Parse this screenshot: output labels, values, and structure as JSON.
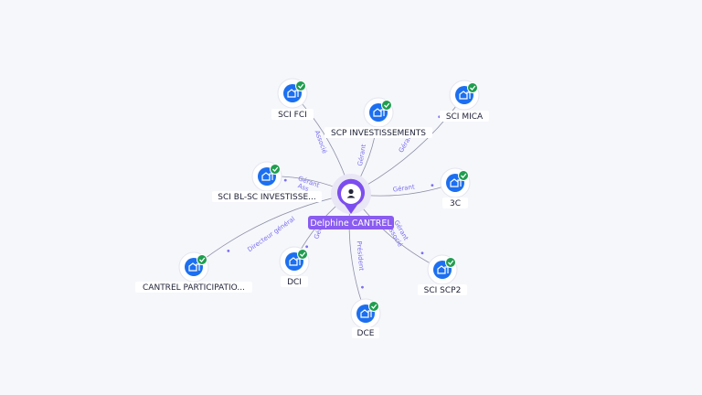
{
  "colors": {
    "background": "#f6f7fb",
    "edge": "#8d8fa6",
    "relation_text": "#7b6ff0",
    "company_icon": "#1c6ff0",
    "check_badge": "#1f9e4f",
    "person_marker": "#7c4dee",
    "person_label_bg": "#8a5cf0"
  },
  "icons": {
    "company": "building-icon",
    "verified": "check-badge-icon",
    "person": "person-icon"
  },
  "center": {
    "name": "Delphine CANTREL"
  },
  "nodes": [
    {
      "id": "sci-fci",
      "label": "SCI FCI",
      "relations": [
        "Associé"
      ]
    },
    {
      "id": "scp-investissements",
      "label": "SCP INVESTISSEMENTS",
      "relations": [
        "Gérant"
      ]
    },
    {
      "id": "sci-mica",
      "label": "SCI MICA",
      "relations": [
        "Gérant"
      ]
    },
    {
      "id": "sci-bl-sc",
      "label": "SCI BL-SC INVESTISSE...",
      "relations": [
        "Gérant",
        "Ass"
      ]
    },
    {
      "id": "3c",
      "label": "3C",
      "relations": [
        "Gérant"
      ]
    },
    {
      "id": "cantrel-participations",
      "label": "CANTREL PARTICIPATIO...",
      "relations": [
        "Directeur général"
      ]
    },
    {
      "id": "dci",
      "label": "DCI",
      "relations": [
        "Gér"
      ]
    },
    {
      "id": "dce",
      "label": "DCE",
      "relations": [
        "Président"
      ]
    },
    {
      "id": "sci-scp2",
      "label": "SCI SCP2",
      "relations": [
        "Gérant",
        "Associé"
      ]
    }
  ]
}
